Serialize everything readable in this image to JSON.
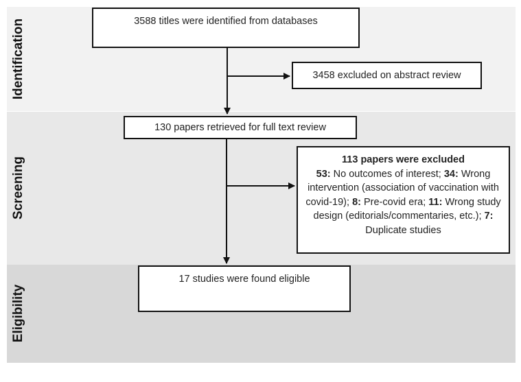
{
  "stages": {
    "identification": "Identification",
    "screening": "Screening",
    "eligibility": "Eligibility"
  },
  "boxes": {
    "identified": "3588 titles were identified from databases",
    "excluded_abstract": "3458 excluded on abstract review",
    "retrieved": "130 papers retrieved for full text review",
    "excluded_full_text": {
      "title": "113 papers were excluded",
      "reasons": [
        {
          "count": "53:",
          "text": " No outcomes of interest; "
        },
        {
          "count": "34:",
          "text": " Wrong intervention (association of vaccination with covid-19); "
        },
        {
          "count": "8:",
          "text": " Pre-covid era; "
        },
        {
          "count": "11:",
          "text": " Wrong study design (editorials/commentaries, etc.); "
        },
        {
          "count": "7:",
          "text": " Duplicate studies"
        }
      ]
    },
    "eligible": "17 studies were found eligible"
  },
  "colors": {
    "identification_band": "#f2f2f2",
    "screening_band": "#e8e8e8",
    "eligibility_band": "#d8d8d8",
    "border": "#111111"
  }
}
